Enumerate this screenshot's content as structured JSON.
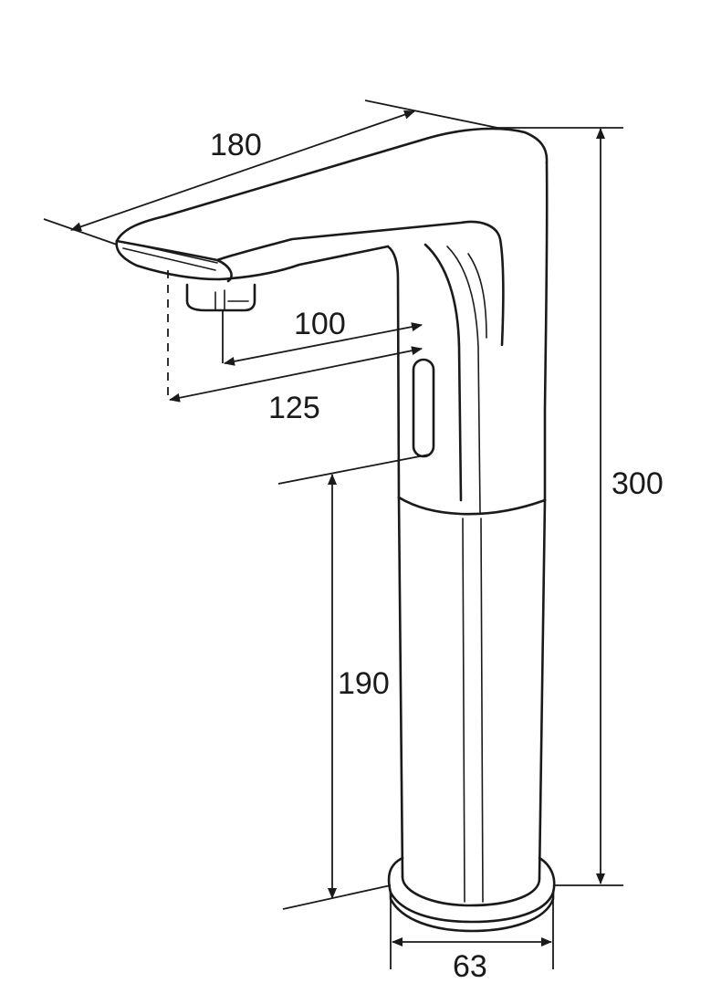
{
  "dimensions": {
    "spout_length": "180",
    "outlet_reach": "100",
    "outlet_center": "125",
    "total_height": "300",
    "sensor_height": "190",
    "base_diameter": "63"
  }
}
